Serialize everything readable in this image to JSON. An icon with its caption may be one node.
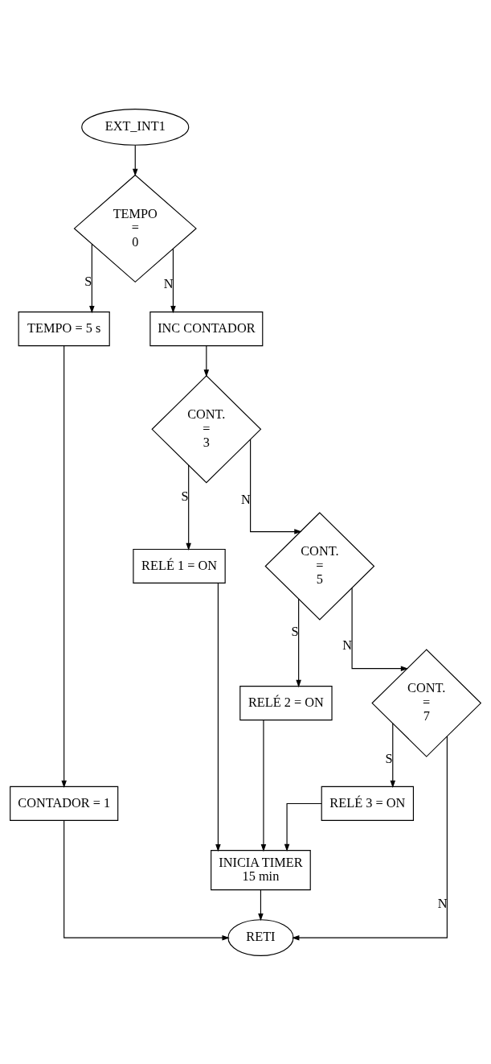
{
  "diagram": {
    "nodes": [
      {
        "text": [
          "EXT_INT1"
        ]
      },
      {
        "text": [
          "TEMPO = 0"
        ]
      },
      {
        "text": [
          "TEMPO = 5 s"
        ]
      },
      {
        "text": [
          "INC CONTADOR"
        ]
      },
      {
        "text": [
          "CONTADOR = 1"
        ]
      },
      {
        "text": [
          "CONT. = 3"
        ]
      },
      {
        "text": [
          "RELÉ 1 = ON"
        ]
      },
      {
        "text": [
          "CONT. = 5"
        ]
      },
      {
        "text": [
          "RELÉ 2 = ON"
        ]
      },
      {
        "text": [
          "CONT. = 7"
        ]
      },
      {
        "text": [
          "RELÉ 3 = ON"
        ]
      },
      {
        "text": [
          "INICIA TIMER 15 min"
        ]
      },
      {
        "text": [
          "RETI"
        ]
      }
    ],
    "edges": [
      {
        "from": 0,
        "to": 1,
        "arrow": "to"
      },
      {
        "from": 1,
        "to": 2,
        "arrow": "to",
        "label": "S"
      },
      {
        "from": 1,
        "to": 3,
        "arrow": "to",
        "label": "N"
      },
      {
        "from": 2,
        "to": 4,
        "arrow": "to"
      },
      {
        "from": 3,
        "to": 5,
        "arrow": "to"
      },
      {
        "from": 5,
        "to": 6,
        "arrow": "to",
        "label": "S"
      },
      {
        "from": 5,
        "to": 7,
        "arrow": "to",
        "label": "N"
      },
      {
        "from": 7,
        "to": 8,
        "arrow": "to",
        "label": "S"
      },
      {
        "from": 7,
        "to": 9,
        "arrow": "to",
        "label": "N"
      },
      {
        "from": 9,
        "to": 10,
        "arrow": "to",
        "label": "S"
      },
      {
        "from": 6,
        "to": 11,
        "arrow": "to"
      },
      {
        "from": 8,
        "to": 11,
        "arrow": "to"
      },
      {
        "from": 10,
        "to": 11,
        "arrow": "to"
      },
      {
        "from": 11,
        "to": 12,
        "arrow": "to"
      },
      {
        "from": 4,
        "to": 12,
        "arrow": "to"
      },
      {
        "from": 9,
        "to": 12,
        "arrow": "to",
        "label": "N"
      }
    ]
  }
}
